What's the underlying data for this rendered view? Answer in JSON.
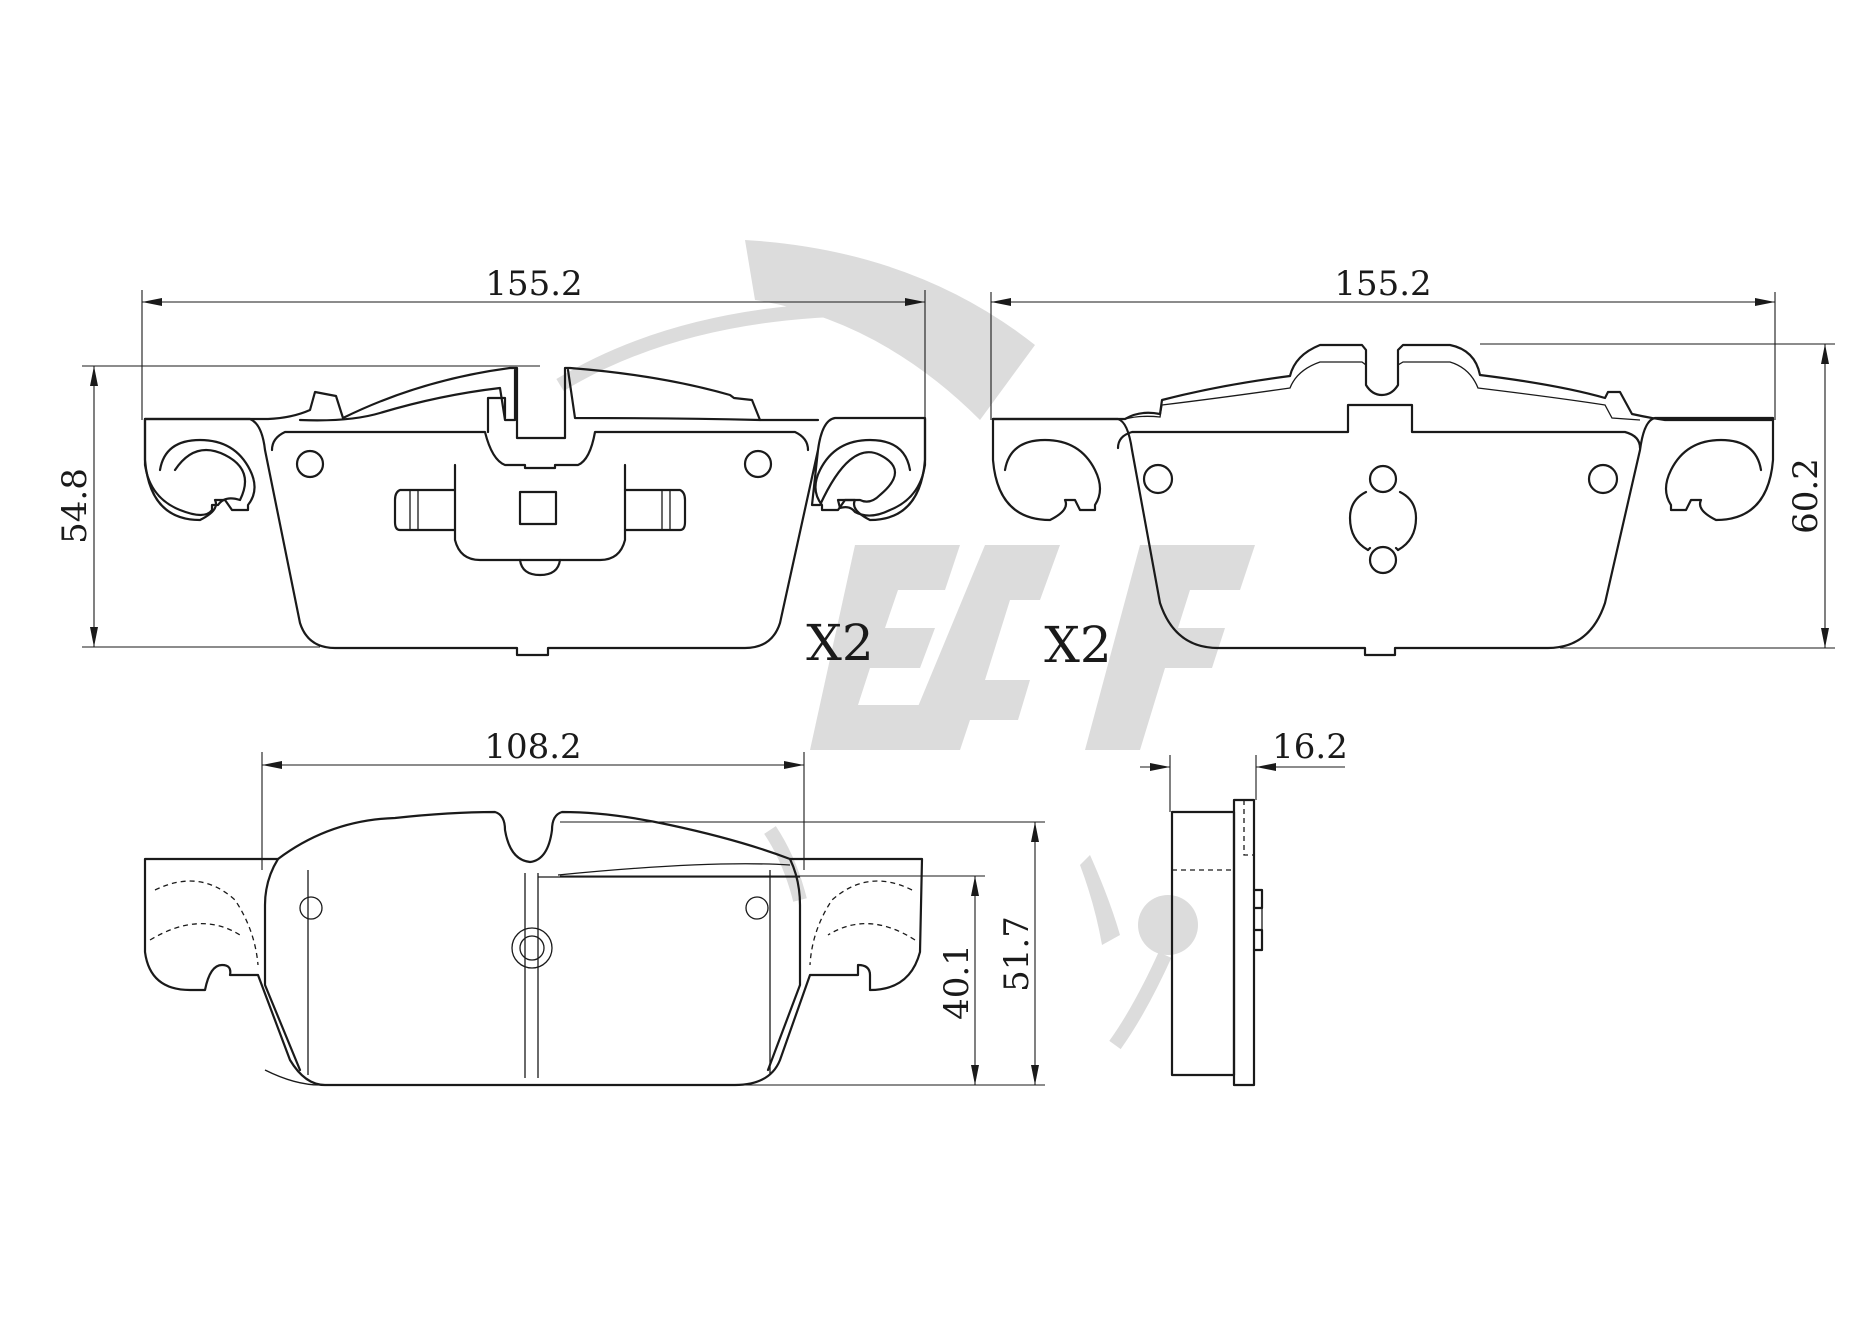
{
  "dimensions": {
    "top_left_width": "155.2",
    "top_left_height": "54.8",
    "top_right_width": "155.2",
    "top_right_height": "60.2",
    "bottom_width": "108.2",
    "bottom_inner_height": "40.1",
    "bottom_outer_height": "51.7",
    "side_thickness": "16.2"
  },
  "quantity": {
    "left_pad": "X2",
    "right_pad": "X2"
  },
  "colors": {
    "line": "#1a1a1a",
    "watermark": "#dcdcdc"
  }
}
